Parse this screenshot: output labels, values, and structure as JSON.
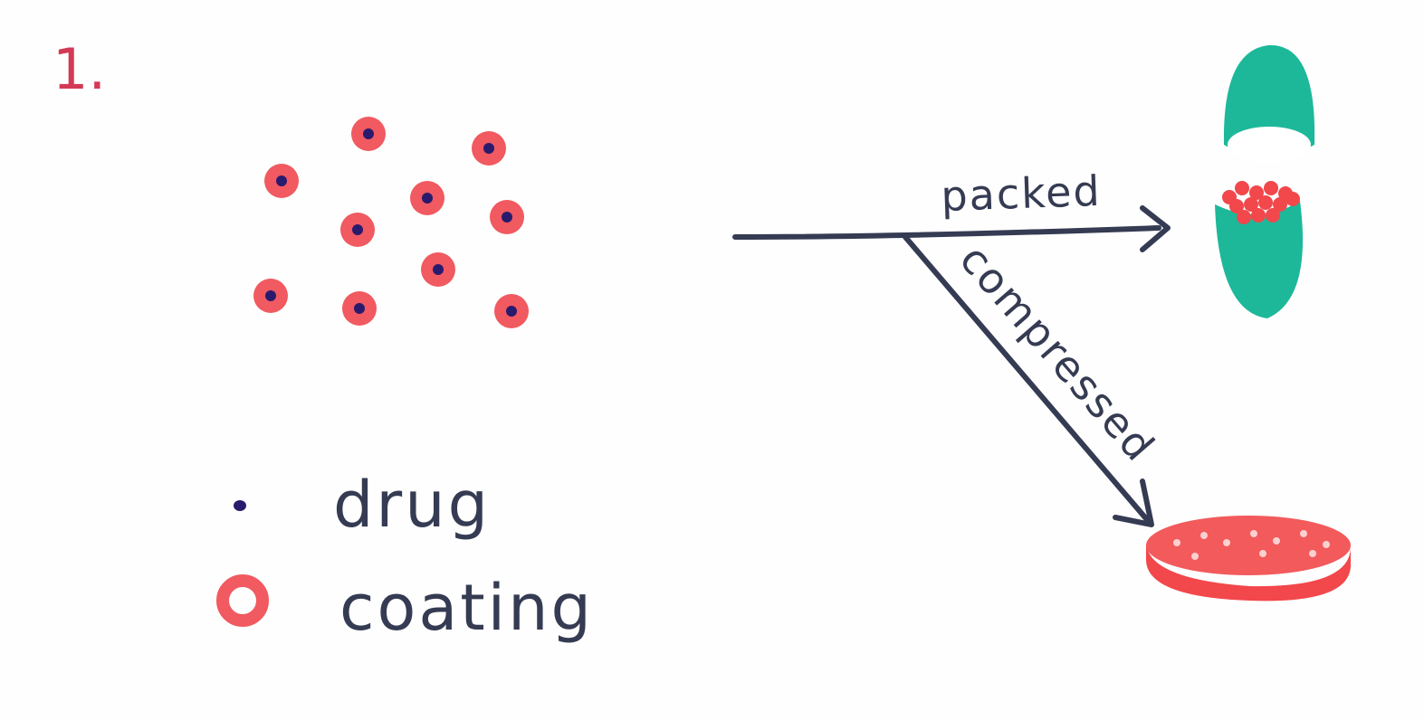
{
  "step_label": "1.",
  "legend": {
    "drug": "drug",
    "coating": "coating"
  },
  "arrows": {
    "top": "packed",
    "bottom": "compressed"
  },
  "colors": {
    "ink": "#353b52",
    "coating": "#f05a60",
    "drug": "#2a1a6e",
    "capsule": "#1db89a",
    "tablet": "#f2474b",
    "step": "#d33a55"
  }
}
